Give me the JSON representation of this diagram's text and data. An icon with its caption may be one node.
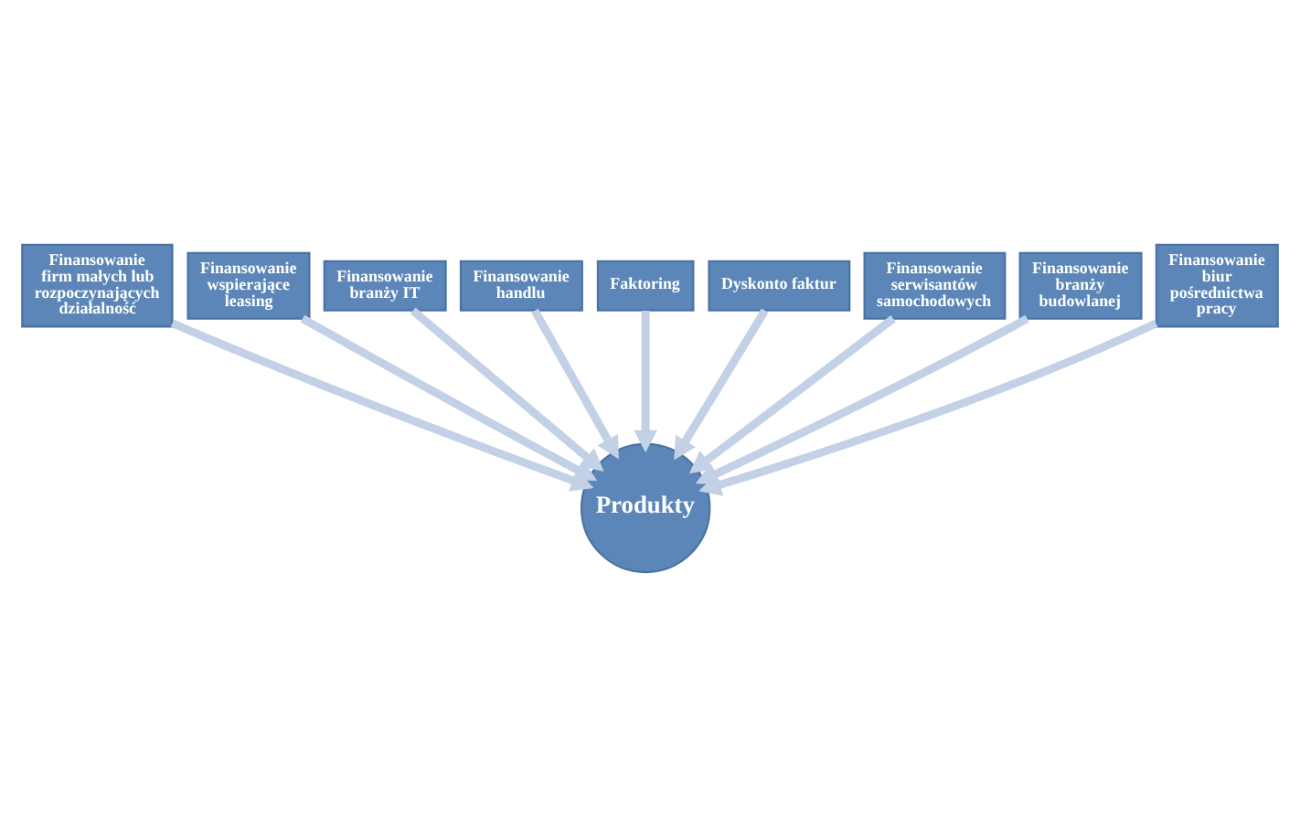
{
  "diagram": {
    "nodes": [
      {
        "text": [
          "Finansowanie firm małych lub rozpoczynających działalność"
        ]
      },
      {
        "text": [
          "Finansowanie wspierające leasing"
        ]
      },
      {
        "text": [
          "Finansowanie branży IT"
        ]
      },
      {
        "text": [
          "Finansowanie handlu"
        ]
      },
      {
        "text": [
          "Faktoring"
        ]
      },
      {
        "text": [
          "Dyskonto faktur"
        ]
      },
      {
        "text": [
          "Finansowanie serwisantów samochodowych"
        ]
      },
      {
        "text": [
          "Finansowanie branży budowlanej"
        ]
      },
      {
        "text": [
          "Finansowanie biur pośrednictwa pracy"
        ]
      },
      {
        "text": [
          "Produkty"
        ]
      }
    ],
    "edges": [
      {
        "from": 0,
        "to": 9,
        "arrow": "to"
      },
      {
        "from": 1,
        "to": 9,
        "arrow": "to"
      },
      {
        "from": 2,
        "to": 9,
        "arrow": "to"
      },
      {
        "from": 3,
        "to": 9,
        "arrow": "to"
      },
      {
        "from": 4,
        "to": 9,
        "arrow": "to"
      },
      {
        "from": 5,
        "to": 9,
        "arrow": "to"
      },
      {
        "from": 6,
        "to": 9,
        "arrow": "to"
      },
      {
        "from": 7,
        "to": 9,
        "arrow": "to"
      },
      {
        "from": 8,
        "to": 9,
        "arrow": "to"
      }
    ]
  }
}
